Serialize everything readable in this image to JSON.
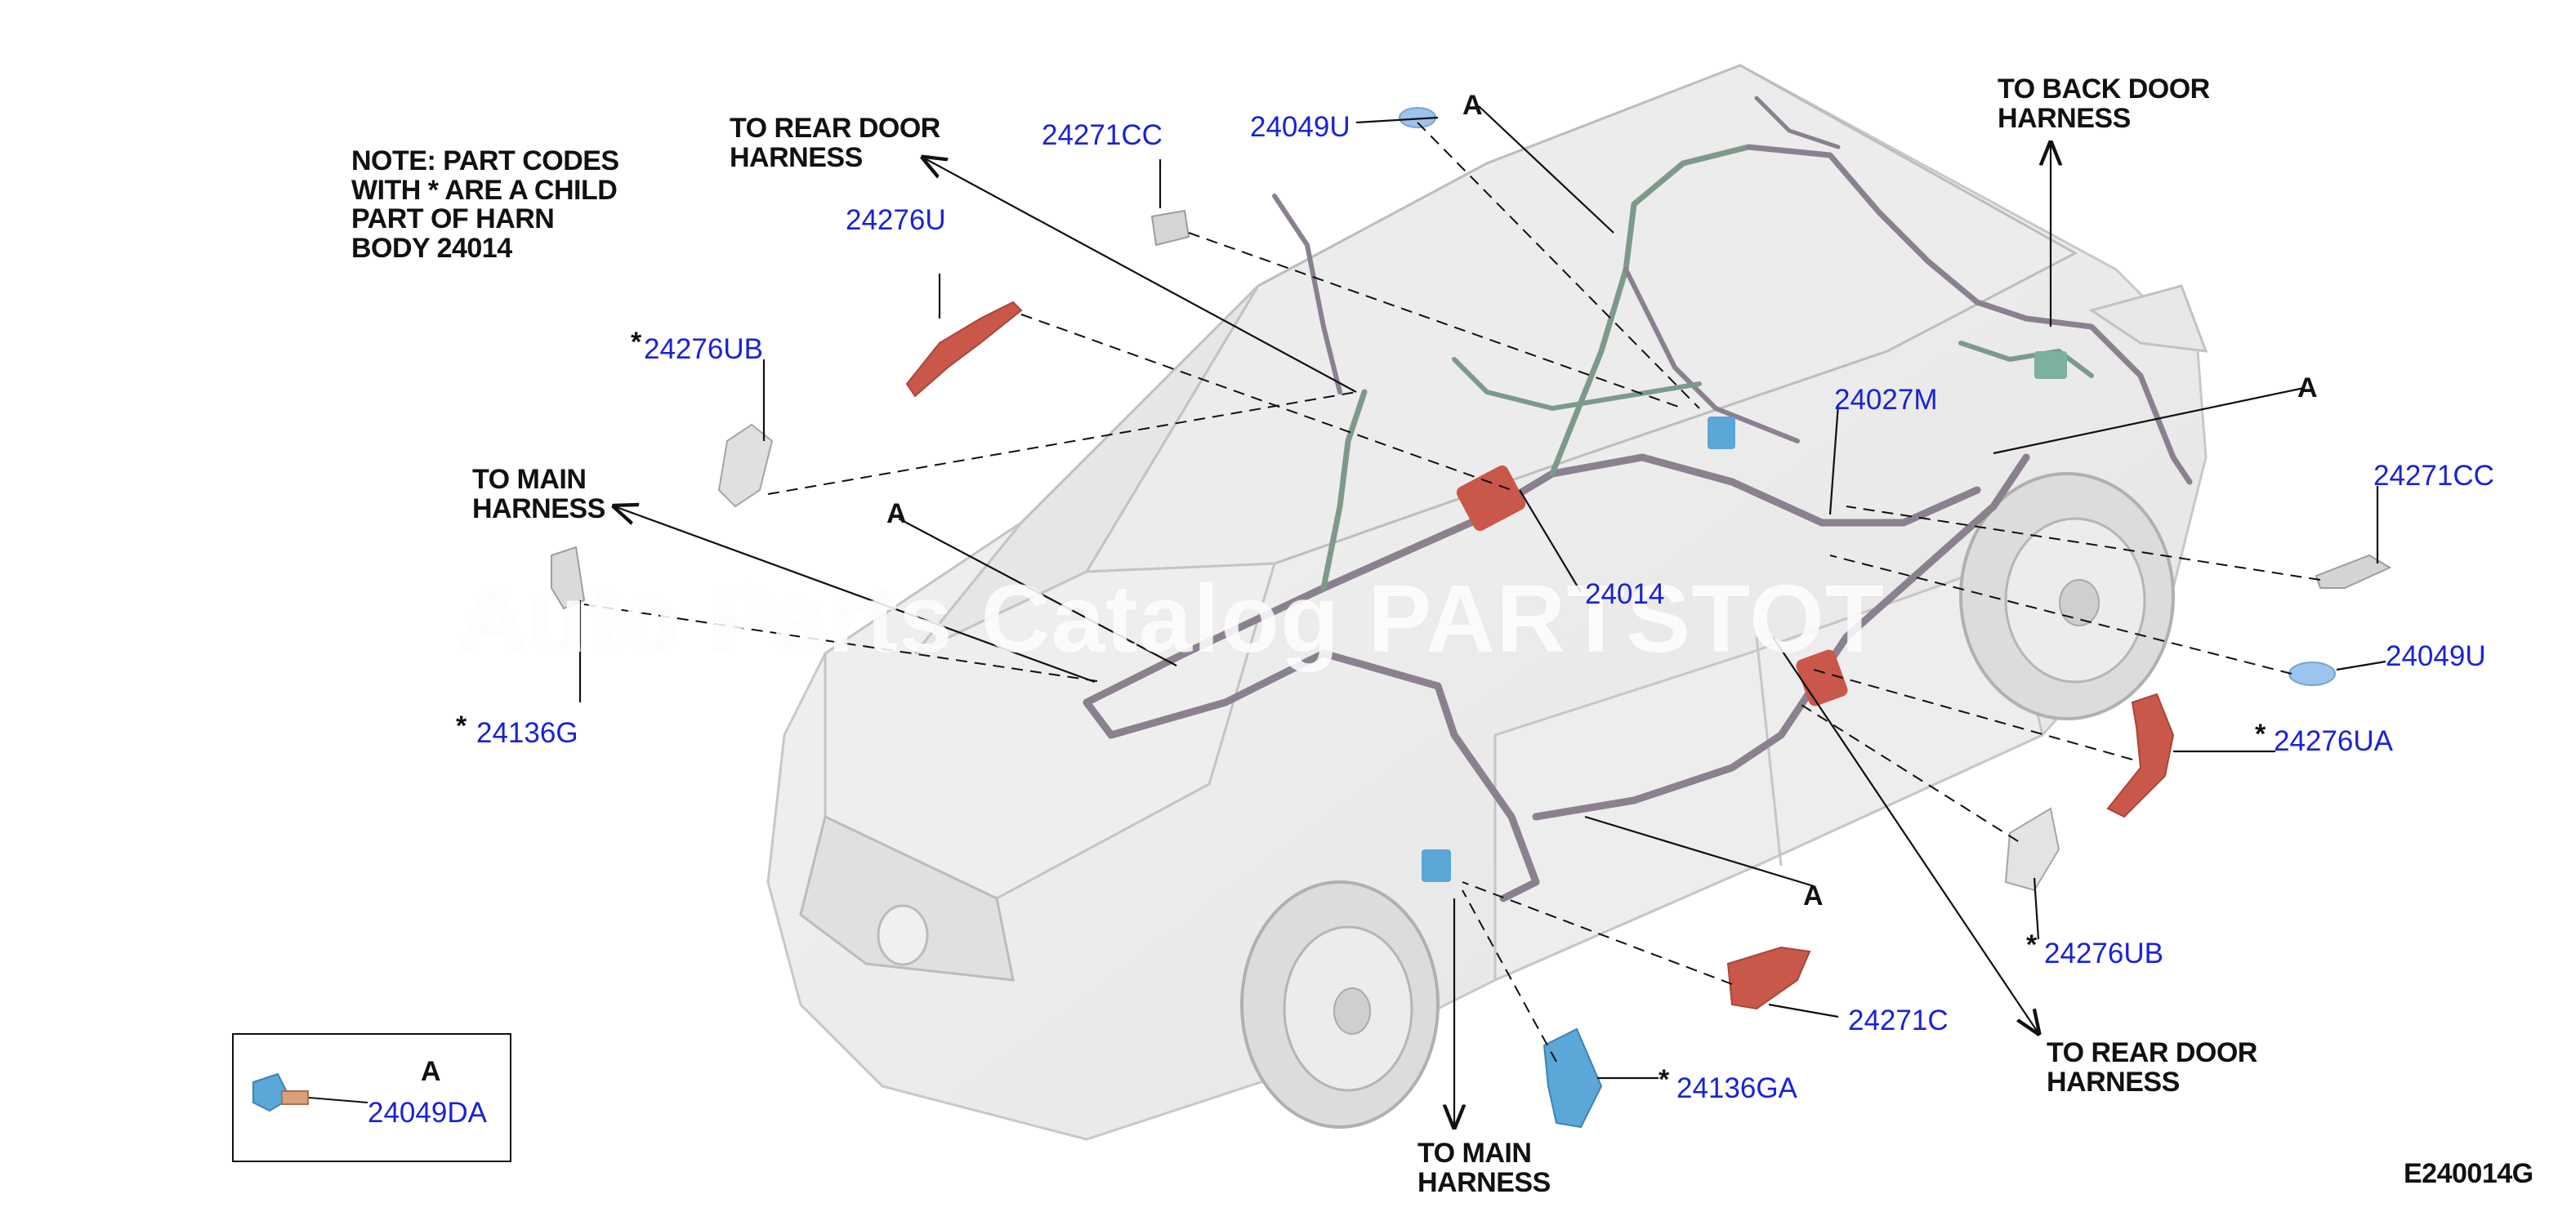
{
  "diagram_code": "E240014G",
  "note": "NOTE: PART CODES\nWITH * ARE A CHILD\nPART OF HARN\nBODY 24014",
  "watermark": "Auto Parts Catalog PARTSTOT",
  "child_marker": "*",
  "callout_letter": "A",
  "inset": {
    "letter": "A",
    "part": "24049DA"
  },
  "directions": {
    "to_rear_door_top": "TO REAR DOOR\nHARNESS",
    "to_back_door": "TO BACK DOOR\nHARNESS",
    "to_main_left": "TO MAIN\nHARNESS",
    "to_main_bottom": "TO MAIN\nHARNESS",
    "to_rear_door_bottom": "TO REAR DOOR\nHARNESS"
  },
  "parts": {
    "p24271CC_top": "24271CC",
    "p24049U_top": "24049U",
    "p24276U": "24276U",
    "p24276UB_left": "24276UB",
    "p24136G": "24136G",
    "p24027M": "24027M",
    "p24014": "24014",
    "p24271CC_right": "24271CC",
    "p24049U_right": "24049U",
    "p24276UA": "24276UA",
    "p24276UB_right": "24276UB",
    "p24271C": "24271C",
    "p24136GA": "24136GA"
  },
  "colors": {
    "part_link": "#1a22d6",
    "text": "#111111",
    "harness": "#8a8090",
    "harness_green": "#7c9a8a",
    "clip_red": "#c9574a",
    "clip_blue": "#5aa7d8",
    "body_outline": "#c8c8c8"
  }
}
